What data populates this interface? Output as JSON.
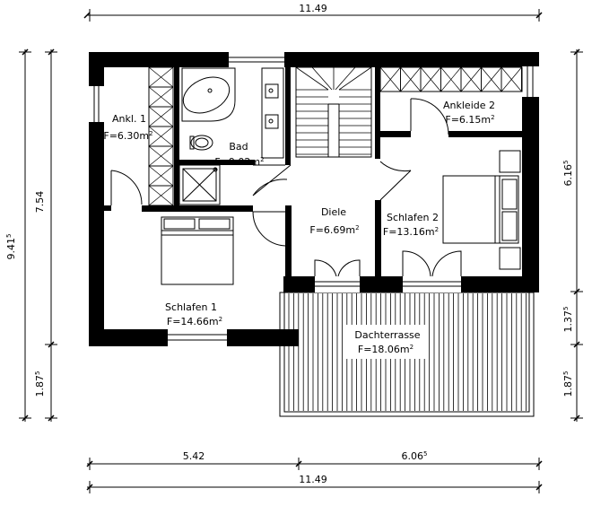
{
  "dimensions": {
    "top_total": "11.49",
    "bottom_left": "5.42",
    "bottom_right_main": "6.06",
    "bottom_right_sup": "5",
    "bottom_total": "11.49",
    "left_outer_main": "9.41",
    "left_outer_sup": "5",
    "left_inner_upper": "7.54",
    "left_inner_lower_main": "1.87",
    "left_inner_lower_sup": "5",
    "right_upper_main": "6.16",
    "right_upper_sup": "5",
    "right_middle_main": "1.37",
    "right_middle_sup": "5",
    "right_lower_main": "1.87",
    "right_lower_sup": "5"
  },
  "rooms": [
    {
      "name": "Ankl. 1",
      "area": "F=6.30m",
      "unit_sup": "2"
    },
    {
      "name": "Bad",
      "area": "F=9.02m",
      "unit_sup": "2"
    },
    {
      "name": "Ankleide 2",
      "area": "F=6.15m",
      "unit_sup": "2"
    },
    {
      "name": "Diele",
      "area": "F=6.69m",
      "unit_sup": "2"
    },
    {
      "name": "Schlafen 2",
      "area": "F=13.16m",
      "unit_sup": "2"
    },
    {
      "name": "Schlafen 1",
      "area": "F=14.66m",
      "unit_sup": "2"
    },
    {
      "name": "Dachterrasse",
      "area": "F=18.06m",
      "unit_sup": "2"
    }
  ]
}
